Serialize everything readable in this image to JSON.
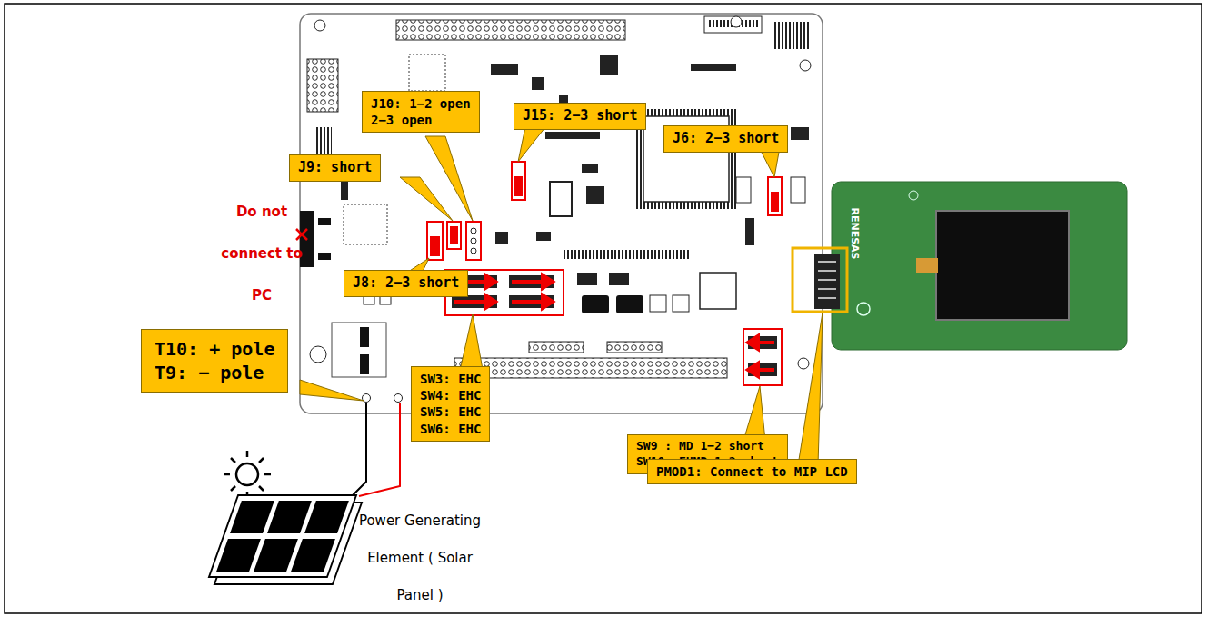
{
  "diagram": {
    "nodes": [
      {
        "text": [
          "J10: 1−2 open",
          "2−3 open"
        ]
      },
      {
        "text": [
          "J15: 2−3 short"
        ]
      },
      {
        "text": [
          "J6: 2−3 short"
        ]
      },
      {
        "text": [
          "J9: short"
        ]
      },
      {
        "text": [
          "J8: 2−3 short"
        ]
      },
      {
        "text": [
          "T10: + pole",
          "T9: − pole"
        ]
      },
      {
        "text": [
          "SW3: EHC",
          "SW4: EHC",
          "SW5: EHC",
          "SW6: EHC"
        ]
      },
      {
        "text": [
          "SW9 : MD 1−2 short",
          "SW10: EHMD 1−2 short"
        ]
      },
      {
        "text": [
          "PMOD1: Connect to MIP LCD"
        ]
      }
    ],
    "labels": [
      "Do not connect to PC",
      "Power Generating Element ( Solar Panel )",
      "RENESAS"
    ]
  }
}
